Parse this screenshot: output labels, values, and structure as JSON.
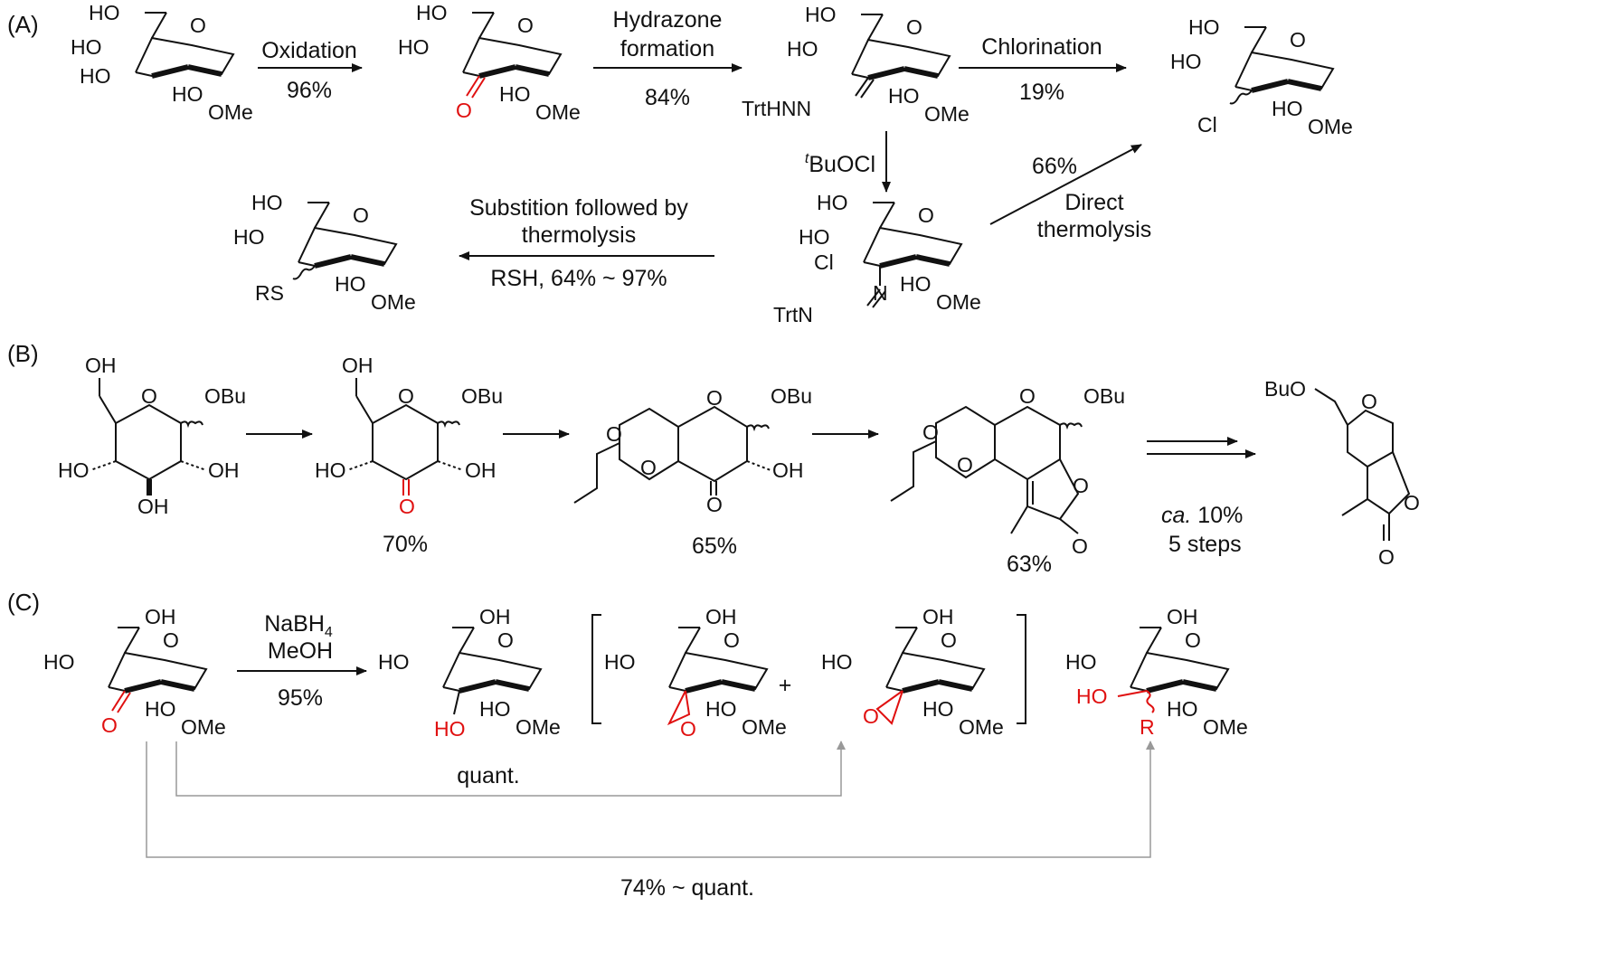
{
  "figure": {
    "colors": {
      "ink": "#111111",
      "highlight": "#e01010",
      "connector": "#999999"
    },
    "panel_a": {
      "label": "(A)",
      "step1": {
        "condition": "Oxidation",
        "yield": "96%"
      },
      "step2": {
        "condition_line1": "Hydrazone",
        "condition_line2": "formation",
        "yield": "84%"
      },
      "step3": {
        "condition": "Chlorination",
        "yield": "19%"
      },
      "step4": {
        "reagent_sup": "t",
        "reagent": "BuOCl"
      },
      "step5": {
        "yield": "66%",
        "condition_line1": "Direct",
        "condition_line2": "thermolysis"
      },
      "step6": {
        "condition_line1": "Substition followed by",
        "condition_line2": "thermolysis",
        "reagent": "RSH, 64% ~ 97%"
      },
      "atoms": {
        "ho": "HO",
        "o": "O",
        "ome": "OMe",
        "trthnn": "TrtHNN",
        "cl": "Cl",
        "trtn": "TrtN",
        "n": "N",
        "rs": "RS"
      }
    },
    "panel_b": {
      "label": "(B)",
      "yields": [
        "70%",
        "65%",
        "63%"
      ],
      "final_note_italic": "ca.",
      "final_note_rest": " 10%",
      "final_steps": "5 steps",
      "atoms": {
        "oh": "OH",
        "obu": "OBu",
        "ho": "HO",
        "o": "O",
        "buo": "BuO"
      }
    },
    "panel_c": {
      "label": "(C)",
      "reagent1": "NaBH",
      "reagent1_sub": "4",
      "reagent2": "MeOH",
      "yield": "95%",
      "plus": "+",
      "quant": "quant.",
      "range": "74% ~ quant.",
      "atoms": {
        "oh": "OH",
        "ho": "HO",
        "o": "O",
        "ome": "OMe",
        "r": "R"
      }
    }
  }
}
